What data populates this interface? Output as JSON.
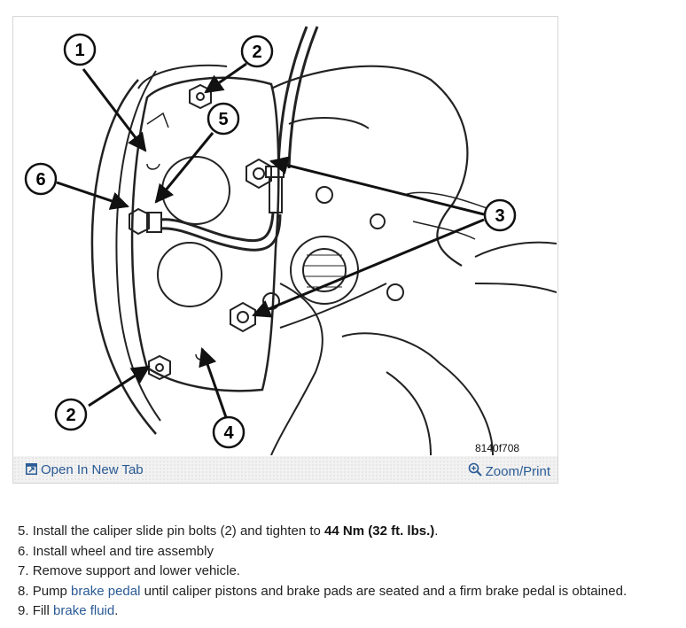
{
  "figure": {
    "id_label": "8140f708",
    "callouts": [
      "1",
      "2",
      "2",
      "3",
      "4",
      "5",
      "6"
    ],
    "open_link": "Open In New Tab",
    "zoom_link": "Zoom/Print",
    "icons": {
      "open": "open-in-new-tab-icon",
      "zoom": "magnifier-zoom-icon"
    },
    "link_color": "#2a5a95"
  },
  "steps": [
    {
      "number": "5.",
      "text_before": "Install the caliper slide pin bolts (2) and tighten to ",
      "bold": "44 Nm (32 ft. lbs.)",
      "text_after": "."
    },
    {
      "number": "6.",
      "text": "Install wheel and tire assembly"
    },
    {
      "number": "7.",
      "text": "Remove support and lower vehicle."
    },
    {
      "number": "8.",
      "text_before": "Pump ",
      "link": "brake pedal",
      "text_after": " until caliper pistons and brake pads are seated and a firm brake pedal is obtained."
    },
    {
      "number": "9.",
      "text_before": "Fill ",
      "link": "brake fluid",
      "text_after": "."
    }
  ]
}
